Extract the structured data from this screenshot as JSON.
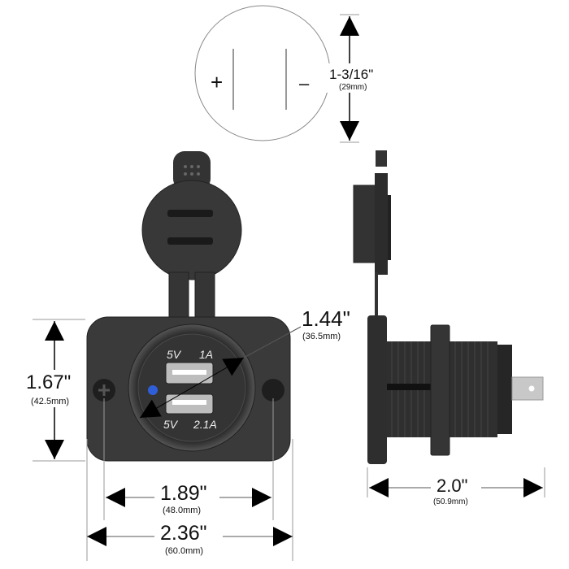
{
  "polarity_diagram": {
    "positive": "+",
    "negative": "–"
  },
  "dimensions": {
    "hole_diameter": {
      "value": "1-3/16\"",
      "metric": "(29mm)"
    },
    "socket_diameter": {
      "value": "1.44\"",
      "metric": "(36.5mm)"
    },
    "plate_height": {
      "value": "1.67\"",
      "metric": "(42.5mm)"
    },
    "screw_spacing": {
      "value": "1.89\"",
      "metric": "(48.0mm)"
    },
    "plate_width": {
      "value": "2.36\"",
      "metric": "(60.0mm)"
    },
    "depth": {
      "value": "2.0\"",
      "metric": "(50.9mm)"
    }
  },
  "ports": [
    {
      "voltage": "5V",
      "current": "1A"
    },
    {
      "voltage": "5V",
      "current": "2.1A"
    }
  ],
  "colors": {
    "body": "#3a3a3a",
    "indicator_led": "#2f5fd8",
    "port": "#bdbdbd",
    "terminal": "#c8c8c8"
  }
}
